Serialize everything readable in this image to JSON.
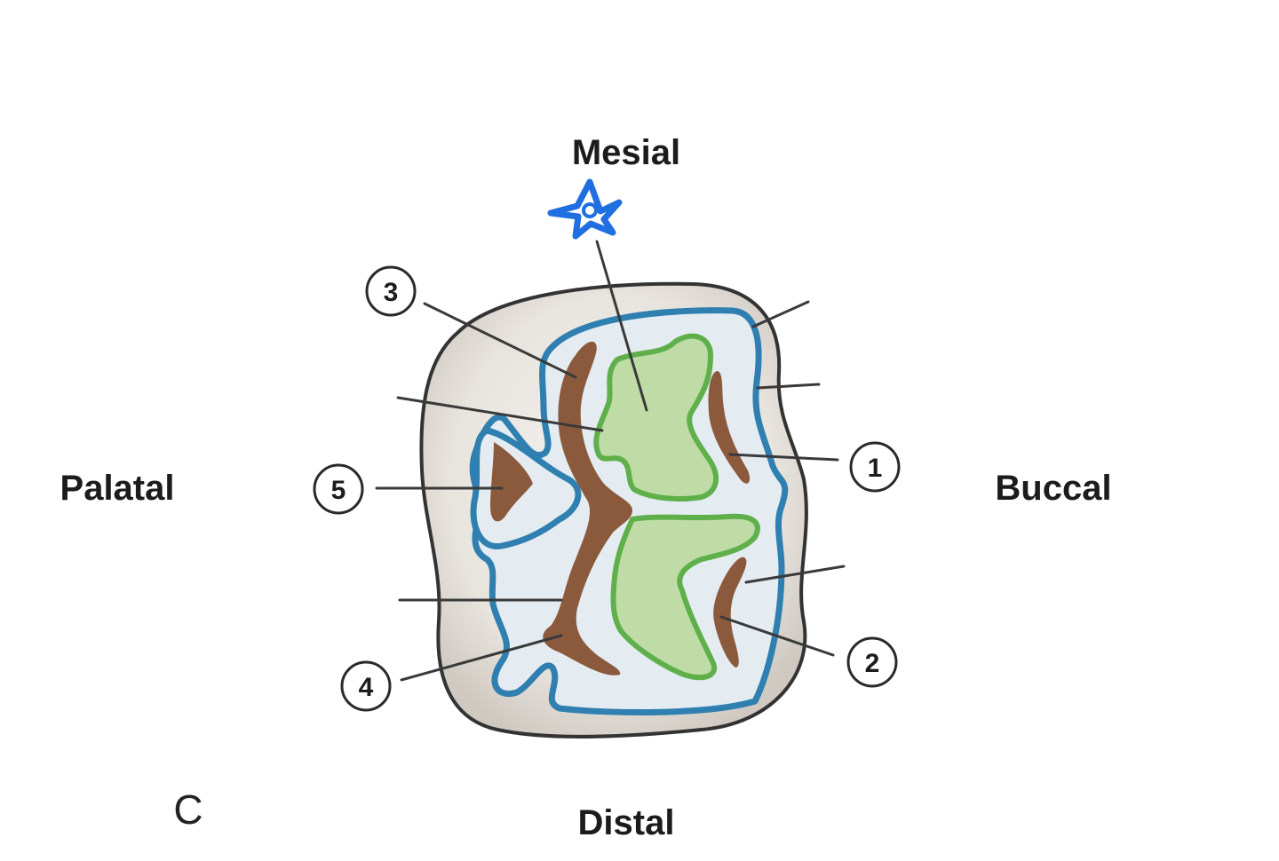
{
  "labels": {
    "mesial": "Mesial",
    "distal": "Distal",
    "palatal": "Palatal",
    "buccal": "Buccal",
    "panel": "C"
  },
  "markers": [
    {
      "id": "1",
      "text": "1"
    },
    {
      "id": "2",
      "text": "2"
    },
    {
      "id": "3",
      "text": "3"
    },
    {
      "id": "4",
      "text": "4"
    },
    {
      "id": "5",
      "text": "5"
    }
  ],
  "annotation": {
    "star": "star-icon",
    "color": "#1f6fe0"
  },
  "colors": {
    "crown_fill": "#e6e2dc",
    "crown_outline": "#333333",
    "occlusal_table": "#e4ecf2",
    "blue_outline": "#2f7fb0",
    "green_fill": "#bfdca6",
    "green_outline": "#5fb04a",
    "brown_ridge": "#8b5a3c",
    "leader_line": "#3a3a3a"
  }
}
